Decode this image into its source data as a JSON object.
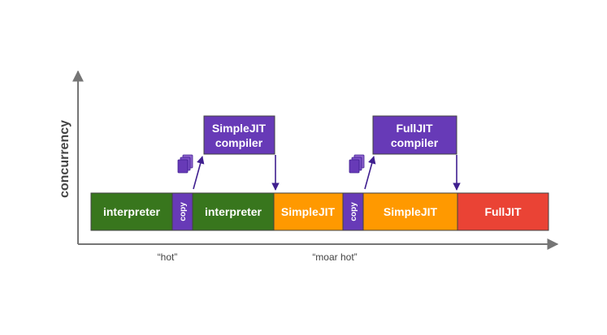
{
  "axes": {
    "y_label": "concurrency"
  },
  "timeline": {
    "segments": [
      {
        "label": "interpreter",
        "color": "#38761d"
      },
      {
        "label": "copy",
        "color": "#673ab7"
      },
      {
        "label": "interpreter",
        "color": "#38761d"
      },
      {
        "label": "SimpleJIT",
        "color": "#ff9900"
      },
      {
        "label": "copy",
        "color": "#673ab7"
      },
      {
        "label": "SimpleJIT",
        "color": "#ff9900"
      },
      {
        "label": "FullJIT",
        "color": "#ea4335"
      }
    ]
  },
  "compilers": [
    {
      "line1": "SimpleJIT",
      "line2": "compiler",
      "color": "#673ab7"
    },
    {
      "line1": "FullJIT",
      "line2": "compiler",
      "color": "#673ab7"
    }
  ],
  "annotations": {
    "hot": "“hot”",
    "moar_hot": "“moar hot”"
  },
  "colors": {
    "axis": "#757575",
    "arrow": "#3f1f8f",
    "box_border": "#424242",
    "stack_icon": "#673ab7"
  },
  "icons": [
    "copy-stack-icon"
  ]
}
